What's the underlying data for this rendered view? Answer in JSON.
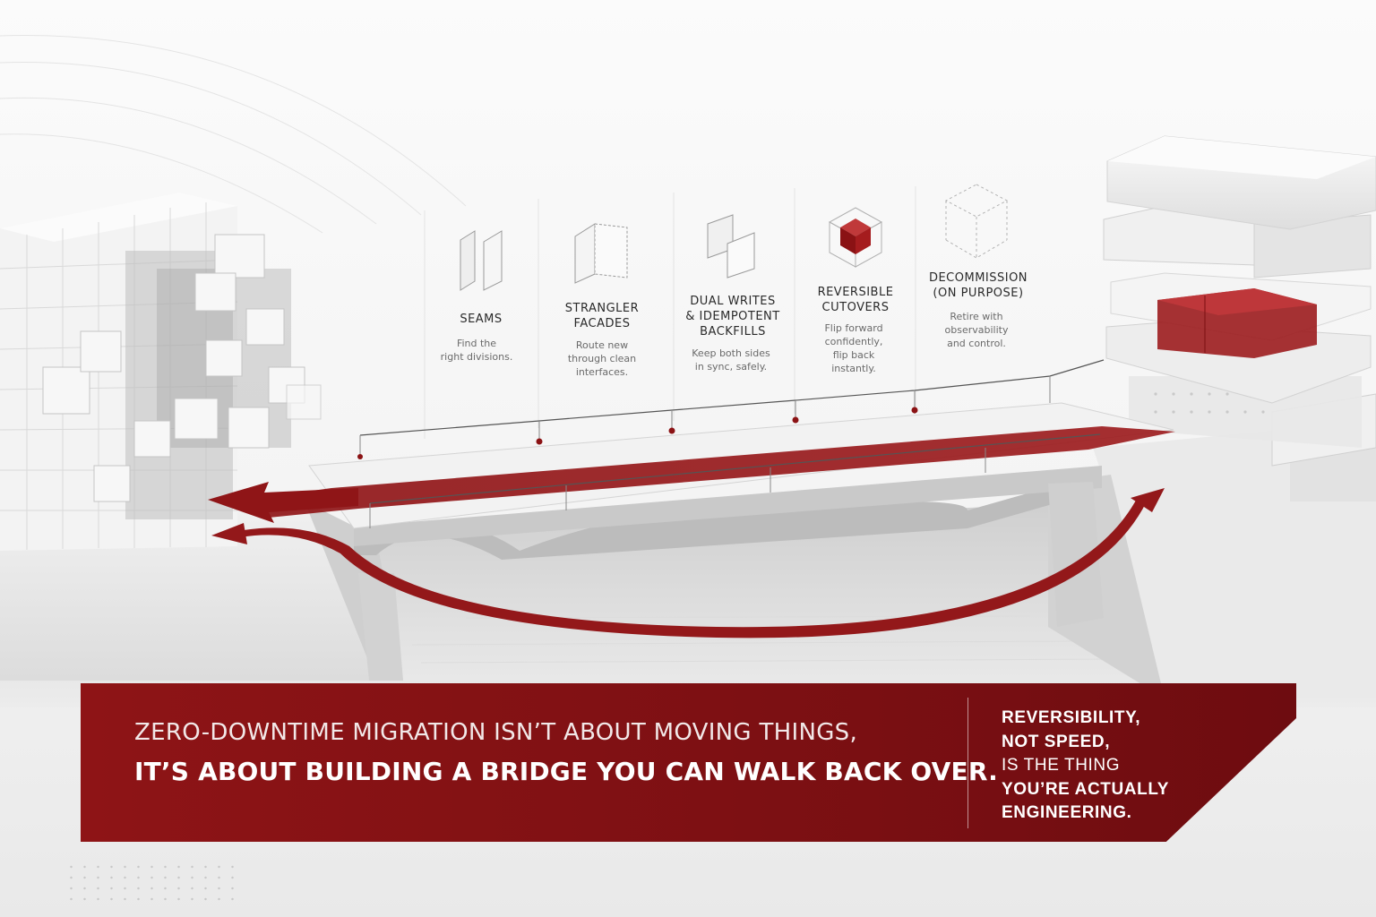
{
  "steps": [
    {
      "title": "SEAMS",
      "description": "Find the\nright divisions."
    },
    {
      "title": "STRANGLER\nFACADES",
      "description": "Route new\nthrough clean\ninterfaces."
    },
    {
      "title": "DUAL WRITES\n& IDEMPOTENT\nBACKFILLS",
      "description": "Keep both sides\nin sync, safely."
    },
    {
      "title": "REVERSIBLE\nCUTOVERS",
      "description": "Flip forward\nconfidently,\nflip back\ninstantly."
    },
    {
      "title": "DECOMMISSION\n(ON PURPOSE)",
      "description": "Retire with\nobservability\nand control."
    }
  ],
  "banner": {
    "line1": "ZERO-DOWNTIME MIGRATION ISN’T ABOUT MOVING THINGS,",
    "line2": "IT’S ABOUT BUILDING A BRIDGE YOU CAN WALK BACK OVER.",
    "side": [
      "REVERSIBILITY,",
      "NOT SPEED,",
      "IS THE THING",
      "YOU’RE ACTUALLY",
      "ENGINEERING."
    ]
  },
  "colors": {
    "accent": "#8b1214",
    "accent_dark": "#6e0c10",
    "background": "#f6f6f6"
  },
  "icons": [
    "seams-icon",
    "strangler-facade-icon",
    "dual-writes-icon",
    "reversible-cube-icon",
    "decommission-wireframe-icon"
  ]
}
